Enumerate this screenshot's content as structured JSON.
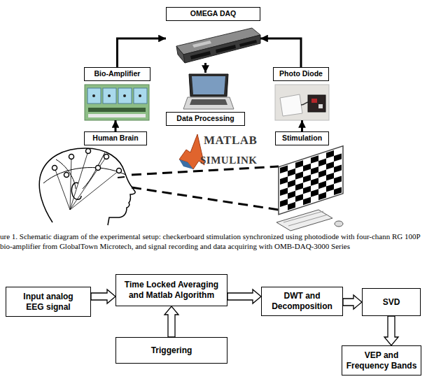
{
  "diagram": {
    "caption": "ure 1. Schematic diagram of the experimental setup: checkerboard stimulation synchronized using photodiode with four-chann RG 100P bio-amplifier from GlobalTown Microtech, and signal recording and data acquiring with OMB-DAQ-3000 Series",
    "nodes": [
      {
        "text": [
          "OMEGA DAQ"
        ]
      },
      {
        "text": [
          "Bio-Amplifier"
        ]
      },
      {
        "text": [
          "Photo Diode"
        ]
      },
      {
        "text": [
          "Data Processing"
        ]
      },
      {
        "text": [
          "Human Brain"
        ]
      },
      {
        "text": [
          "Stimulation"
        ]
      },
      {
        "text": [
          "Input analog EEG signal"
        ]
      },
      {
        "text": [
          "Time Locked Averaging and Matlab Algorithm"
        ]
      },
      {
        "text": [
          "DWT and Decomposition"
        ]
      },
      {
        "text": [
          "SVD"
        ]
      },
      {
        "text": [
          "Triggering"
        ]
      },
      {
        "text": [
          "VEP and Frequency Bands"
        ]
      }
    ],
    "edges": [
      {
        "from": 1,
        "to": 0,
        "arrow": "to"
      },
      {
        "from": 2,
        "to": 0,
        "arrow": "to"
      },
      {
        "from": 0,
        "to": 3,
        "arrow": "to"
      },
      {
        "from": 4,
        "to": 1,
        "arrow": "to"
      },
      {
        "from": 5,
        "to": 2,
        "arrow": "to"
      },
      {
        "from": 6,
        "to": 7,
        "arrow": "to"
      },
      {
        "from": 7,
        "to": 8,
        "arrow": "to"
      },
      {
        "from": 8,
        "to": 9,
        "arrow": "to"
      },
      {
        "from": 10,
        "to": 7,
        "arrow": "to"
      },
      {
        "from": 9,
        "to": 11,
        "arrow": "to"
      }
    ],
    "labels": [
      "MATLAB",
      "SIMULINK"
    ]
  }
}
